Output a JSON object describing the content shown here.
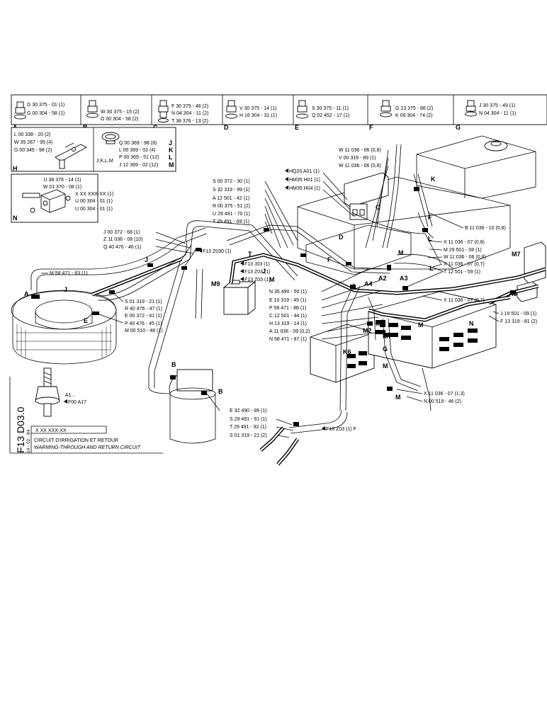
{
  "top_boxes": [
    {
      "letter": "A",
      "lines": [
        "G 30 375 - 01 (1)",
        "G 00 304 - 58 (1)"
      ]
    },
    {
      "letter": "B",
      "lines": [
        "W 30 375 - 15 (2)",
        "G 00 304 - 58 (2)"
      ]
    },
    {
      "letter": "C",
      "lines": [
        "F 30 375 - 46 (2)",
        "N 04 304 - 11 (2)",
        "T 38 376 - 13 (2)"
      ]
    },
    {
      "letter": "D",
      "lines": [
        "V 30 375 - 14 (1)",
        "H 16 304 - 31 (1)"
      ]
    },
    {
      "letter": "E",
      "lines": [
        "S 30 375 - 11 (1)",
        "Q 02 452 - 17 (1)"
      ]
    },
    {
      "letter": "F",
      "lines": [
        "G 23 375 - 88 (2)",
        "K 09 304 - 74 (2)"
      ]
    },
    {
      "letter": "G",
      "lines": [
        "J 30 375 - 49 (1)",
        "N 04 304 - 11 (1)"
      ]
    }
  ],
  "box_h": {
    "letter": "H",
    "lines": [
      "L 00 338 - 20 (2)",
      "W 35 287 - 95 (4)",
      "G 00 345 - 98 (2)"
    ]
  },
  "box_jklm": {
    "caption": "J,K,L,M",
    "lines": [
      "Q 00 369 - 98 (8)",
      "L 00 369 - 02 (4)",
      "P 00 369 - 51 (12)",
      "J 12 369 - 02 (12)"
    ],
    "letters": [
      "J",
      "K",
      "L",
      "M"
    ]
  },
  "box_n": {
    "letter": "N",
    "lines": [
      "U 38 376 - 14 (1)",
      "W 01 370 - 08 (1)",
      "X XX XXX-XX (1)",
      "U 00 304 - 01 (1)",
      "U 00 304 - 01 (1)"
    ]
  },
  "left_labels": [
    "J 00 372 - 68 (1)",
    "Z 11 036 - 08 (10)",
    "Q 40 476 - 46 (1)",
    "M 58 471 - 63 (1)",
    "S 01 319 - 21 (1)",
    "R 40 476 - 47 (1)",
    "E 00 372 - 41 (1)",
    "P 40 476 - 45 (1)",
    "M 00 510 - 48 (1)"
  ],
  "center_labels": [
    "S 00 372 - 30 (1)",
    "S 32 319 - 99 (1)",
    "A 12 501 - 42 (1)",
    "R 00 375 - 51 (2)",
    "U 29 491 - 70 (1)",
    "T 29 491 - 69 (1)"
  ],
  "hydraulic_refs": [
    "HQ20 A01 (1)",
    "HM35 H01 (1)",
    "HM35 H04 (1)"
  ],
  "flag_refs": [
    "F13 Z030 (1)",
    "F13 J03 (1)",
    "F13 Z03 (1)",
    "F13 Z03 (1)"
  ],
  "mid_labels": [
    "N 35 490 - 50 (1)",
    "E 10 319 - 45 (1)",
    "P 58 471 - 88 (1)",
    "C 12 501 - 44 (1)",
    "H 13 319 - 14 (1)",
    "A 11 036 - 09 (0,2)",
    "N 58 471 - 87 (1)"
  ],
  "top_right_labels": [
    "W 11 036 - 06 (0,8)",
    "V 00 319 - 89 (1)",
    "W 11 036 - 06 (0,8)"
  ],
  "right_labels": [
    "B 11 036 - 10 (0,8)",
    "X 11 036 - 07 (0,8)",
    "M 29 501 - 08 (1)",
    "W 11 036 - 06 (0,8)",
    "X 11 036 - 07 (0,7)",
    "T 12 501 - 59 (1)",
    "X 11 036 - 07 (0,7)",
    "J 19 501 - 09 (1)",
    "F 13 319 - 81 (2)",
    "X 11 036 - 07 (1,3)",
    "N 00 519 - 46 (2)"
  ],
  "bottom_labels": [
    "E 32 490 - 99 (1)",
    "S 29 491 - 91 (1)",
    "T 29 491 - 92 (1)",
    "S 01 319 - 21 (2)"
  ],
  "bottom_flag": "F13 Z03 (1) F",
  "small_refs": {
    "a1": "A1...",
    "f00": "F00  A17"
  },
  "callouts": [
    "A",
    "B",
    "B",
    "C",
    "D",
    "E",
    "F",
    "F",
    "G",
    "J",
    "J",
    "K",
    "L",
    "L",
    "M",
    "M",
    "M",
    "M",
    "N",
    "A2",
    "A3",
    "A3",
    "A4",
    "M2",
    "M6",
    "M7",
    "M7",
    "M9",
    "K6",
    "T",
    "J",
    "M"
  ],
  "title_block": {
    "code": "F13 D03.0",
    "date": "14 - 02 - 84",
    "part": "X XX XXX-XX",
    "title_fr": "CIRCUIT D'IRRIGATION ET RETOUR",
    "title_en": "WARMING-THROUGH AND RETURN CIRCUIT"
  }
}
